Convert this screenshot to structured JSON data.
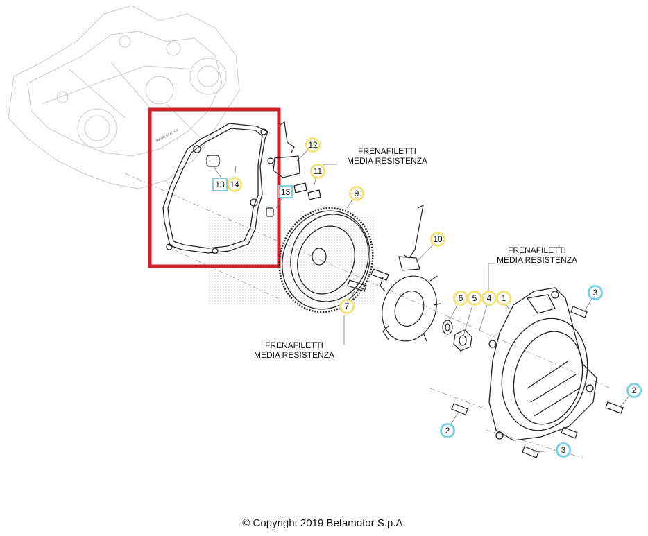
{
  "notes": [
    {
      "id": "note-top",
      "line1": "FRENAFILETTI",
      "line2": "MEDIA RESISTENZA"
    },
    {
      "id": "note-right",
      "line1": "FRENAFILETTI",
      "line2": "MEDIA RESISTENZA"
    },
    {
      "id": "note-bottom",
      "line1": "FRENAFILETTI",
      "line2": "MEDIA RESISTENZA"
    }
  ],
  "parts": [
    {
      "label": "12",
      "style": "yellow"
    },
    {
      "label": "11",
      "style": "yellow"
    },
    {
      "label": "13",
      "style": "blue"
    },
    {
      "label": "14",
      "style": "yellow"
    },
    {
      "label": "13",
      "style": "blue"
    },
    {
      "label": "9",
      "style": "yellow"
    },
    {
      "label": "10",
      "style": "yellow"
    },
    {
      "label": "6",
      "style": "yellow"
    },
    {
      "label": "5",
      "style": "yellow"
    },
    {
      "label": "4",
      "style": "yellow"
    },
    {
      "label": "1",
      "style": "yellow"
    },
    {
      "label": "7",
      "style": "yellow"
    },
    {
      "label": "3",
      "style": "blue"
    },
    {
      "label": "2",
      "style": "blue"
    },
    {
      "label": "2",
      "style": "blue"
    },
    {
      "label": "3",
      "style": "blue"
    }
  ],
  "highlight_color": "#d0202a",
  "badge_colors": {
    "yellow": "#f2e27a",
    "blue": "#7fd0e6"
  },
  "copyright": "© Copyright 2019 Betamotor S.p.A."
}
